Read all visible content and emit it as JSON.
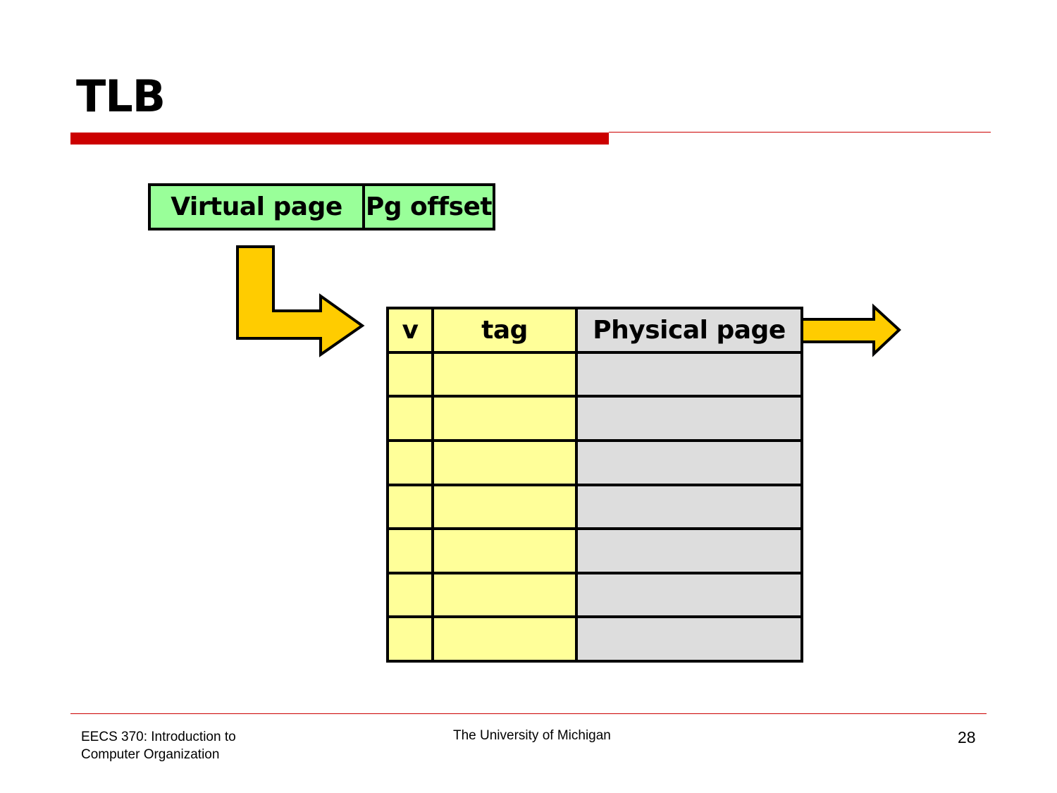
{
  "slide": {
    "title": "TLB",
    "accent_color": "#cc0000"
  },
  "virtual_address": {
    "virtual_page": "Virtual page",
    "page_offset": "Pg offset"
  },
  "tlb_table": {
    "headers": [
      "v",
      "tag",
      "Physical page"
    ],
    "empty_rows": 7
  },
  "footer": {
    "course_line1": "EECS 370: Introduction to",
    "course_line2": "Computer Organization",
    "institution": "The University of Michigan",
    "page_number": "28"
  }
}
